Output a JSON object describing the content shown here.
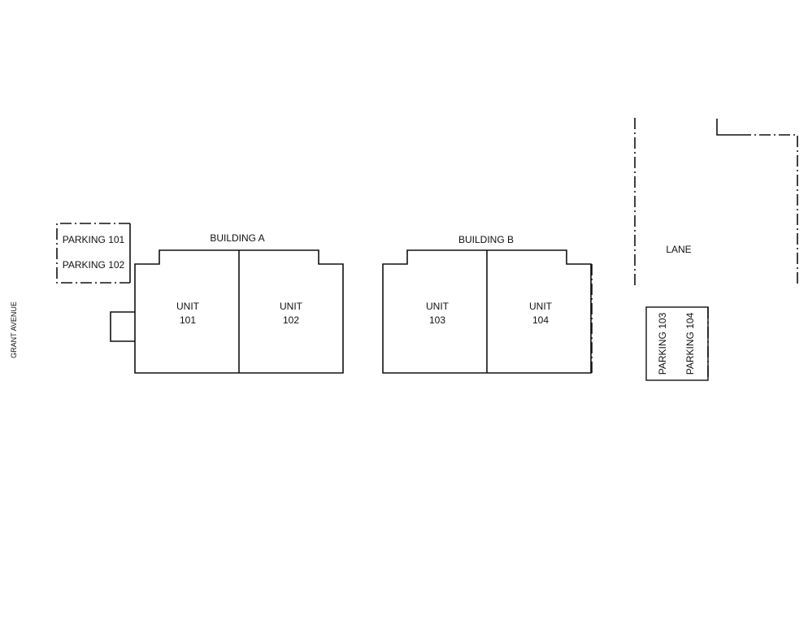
{
  "street": {
    "label": "GRANT AVENUE"
  },
  "buildings": [
    {
      "label": "BUILDING A",
      "units": [
        {
          "line1": "UNIT",
          "line2": "101"
        },
        {
          "line1": "UNIT",
          "line2": "102"
        }
      ]
    },
    {
      "label": "BUILDING B",
      "units": [
        {
          "line1": "UNIT",
          "line2": "103"
        },
        {
          "line1": "UNIT",
          "line2": "104"
        }
      ]
    }
  ],
  "parking": [
    {
      "label": "PARKING 101"
    },
    {
      "label": "PARKING 102"
    },
    {
      "label": "PARKING 103"
    },
    {
      "label": "PARKING 104"
    }
  ],
  "lane": {
    "label": "LANE"
  },
  "colors": {
    "line": "#111111",
    "background": "#ffffff"
  }
}
